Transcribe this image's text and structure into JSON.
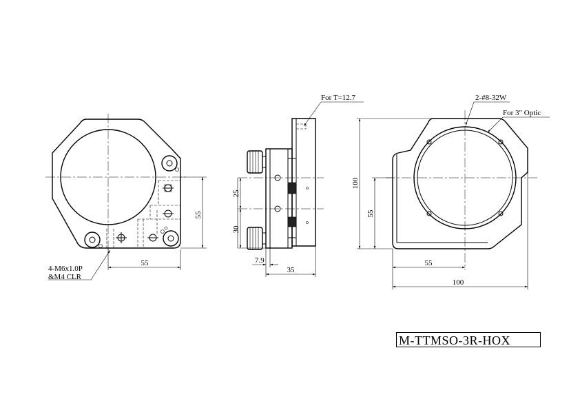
{
  "drawing": {
    "part_number": "M-TTMSO-3R-HOX",
    "front_view": {
      "dim_horizontal": "55",
      "dim_vertical": "55",
      "note_line1": "4-M6x1.0P",
      "note_line2": "&M4 CLR"
    },
    "side_view": {
      "note": "For T=12.7",
      "dim_upper": "25",
      "dim_lower": "30",
      "dim_offset": "7.9",
      "dim_depth": "35"
    },
    "back_view": {
      "note_holes": "2-#8-32W",
      "note_optic": "For 3\" Optic",
      "dim_height_total": "100",
      "dim_height_center": "55",
      "dim_width_center": "55",
      "dim_width_total": "100"
    }
  }
}
